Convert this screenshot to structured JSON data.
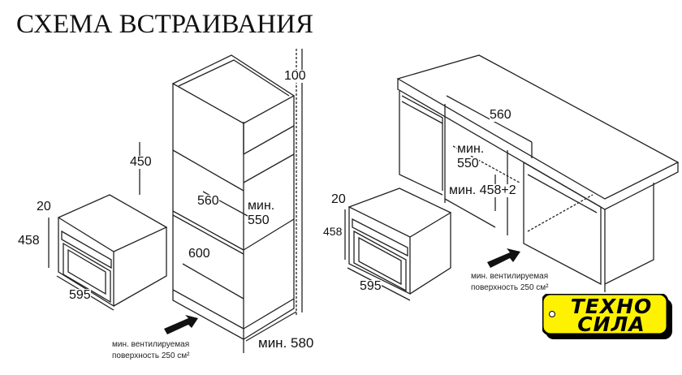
{
  "title": "СХЕМА ВСТРАИВАНИЯ",
  "left_diagram": {
    "dims": {
      "top_gap": "100",
      "niche_height": "450",
      "depth_inner": "560",
      "min_width": "мин.\n550",
      "min_width_line1": "мин.",
      "min_width_line2": "550",
      "width_600": "600",
      "min_depth": "мин. 580"
    },
    "oven_dims": {
      "panel": "20",
      "height": "458",
      "width": "595"
    },
    "note_line1": "мин. вентилируемая",
    "note_line2": "поверхность 250 см²"
  },
  "right_diagram": {
    "dims": {
      "depth_inner": "560",
      "min_width_line1": "мин.",
      "min_width_line2": "550",
      "min_height": "мин. 458+2"
    },
    "oven_dims": {
      "panel": "20",
      "height": "458",
      "width": "595"
    },
    "note_line1": "мин. вентилируемая",
    "note_line2": "поверхность 250 см²"
  },
  "logo": {
    "line1": "ТЕХНО",
    "line2": "СИЛА",
    "color": "#FFF200"
  }
}
